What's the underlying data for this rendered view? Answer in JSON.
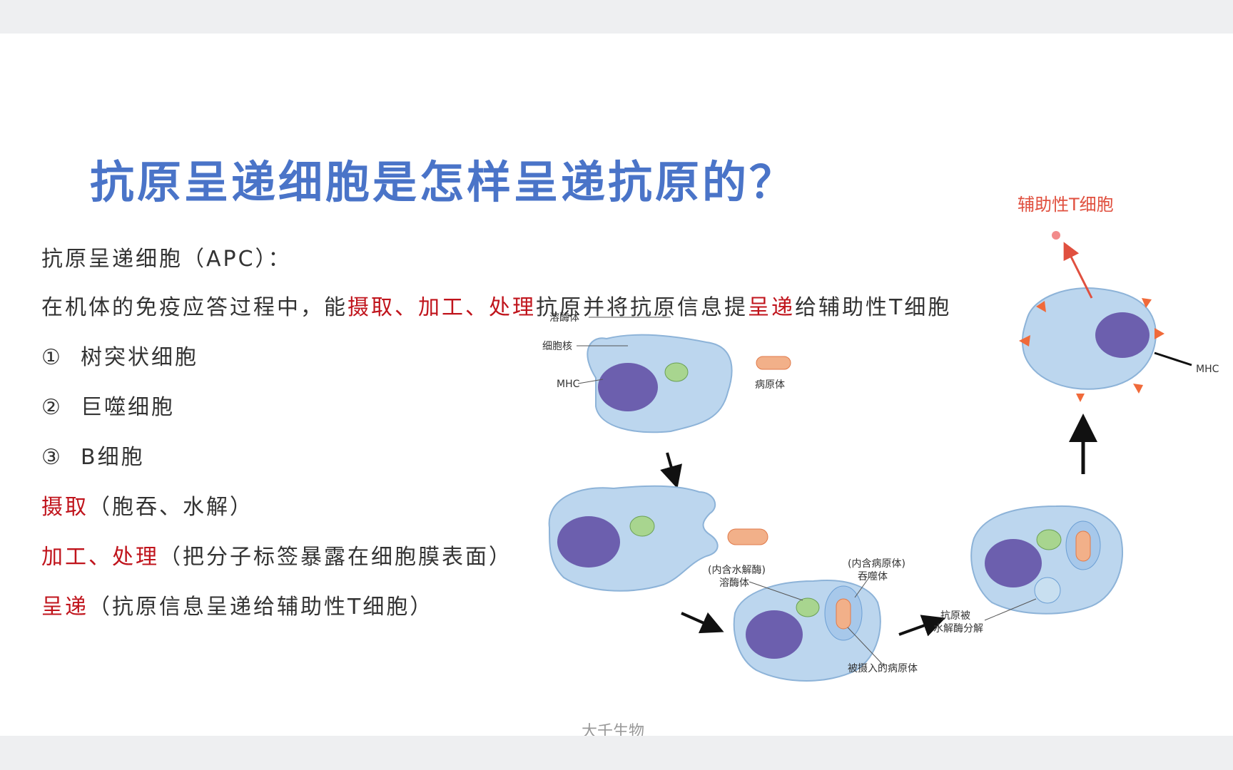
{
  "title": "抗原呈递细胞是怎样呈递抗原的？",
  "apc_heading": "抗原呈递细胞（APC）：",
  "definition": {
    "p1": "在机体的免疫应答过程中，能",
    "r1": "摄取、加工、处理",
    "p2": "抗原并将抗原信息提",
    "r2": "呈递",
    "p3": "给辅助性T细胞"
  },
  "list": [
    {
      "num": "①",
      "text": "树突状细胞"
    },
    {
      "num": "②",
      "text": "巨噬细胞"
    },
    {
      "num": "③",
      "text": "B细胞"
    }
  ],
  "steps": [
    {
      "red": "摄取",
      "rest": "（胞吞、水解）"
    },
    {
      "red": "加工、处理",
      "rest": "（把分子标签暴露在细胞膜表面）"
    },
    {
      "red": "呈递",
      "rest": "（抗原信息呈递给辅助性T细胞）"
    }
  ],
  "diagram": {
    "lysosome": "溶酶体",
    "nucleus": "细胞核",
    "mhc": "MHC",
    "pathogen": "病原体",
    "lysosome_note": "(内含水解酶)",
    "lysosome2": "溶酶体",
    "phagosome_note": "(内含病原体)",
    "phagosome": "吞噬体",
    "ingested": "被摄入的病原体",
    "antigen_line1": "抗原被",
    "antigen_line2": "水解酶分解",
    "helper_t": "辅助性T细胞",
    "mhc_right": "MHC"
  },
  "watermark": "大千生物",
  "colors": {
    "title": "#4a74c8",
    "highlight": "#c0141c",
    "cell": "#bcd6ee",
    "nucleus": "#6c5fae",
    "lysosome": "#a8d58f",
    "pathogen": "#f2b089"
  }
}
